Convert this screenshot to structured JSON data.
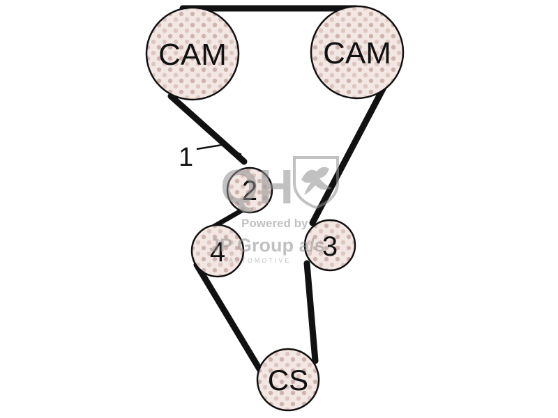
{
  "diagram": {
    "labels": {
      "cam_left": "CAM",
      "cam_right": "CAM",
      "tensioner": "2",
      "idler_right": "3",
      "idler_left": "4",
      "crank": "CS",
      "belt_callout": "1"
    },
    "watermark": {
      "logo": "QH",
      "powered": "Powered by",
      "company": "JP Group a/s",
      "sub": "AUTOMOTIVE"
    },
    "colors": {
      "belt": "#111111",
      "pulley_fill": "#f1e4e0",
      "pulley_dot": "#c9aaa3",
      "outline": "#111111",
      "watermark": "#9a9a9a"
    }
  }
}
